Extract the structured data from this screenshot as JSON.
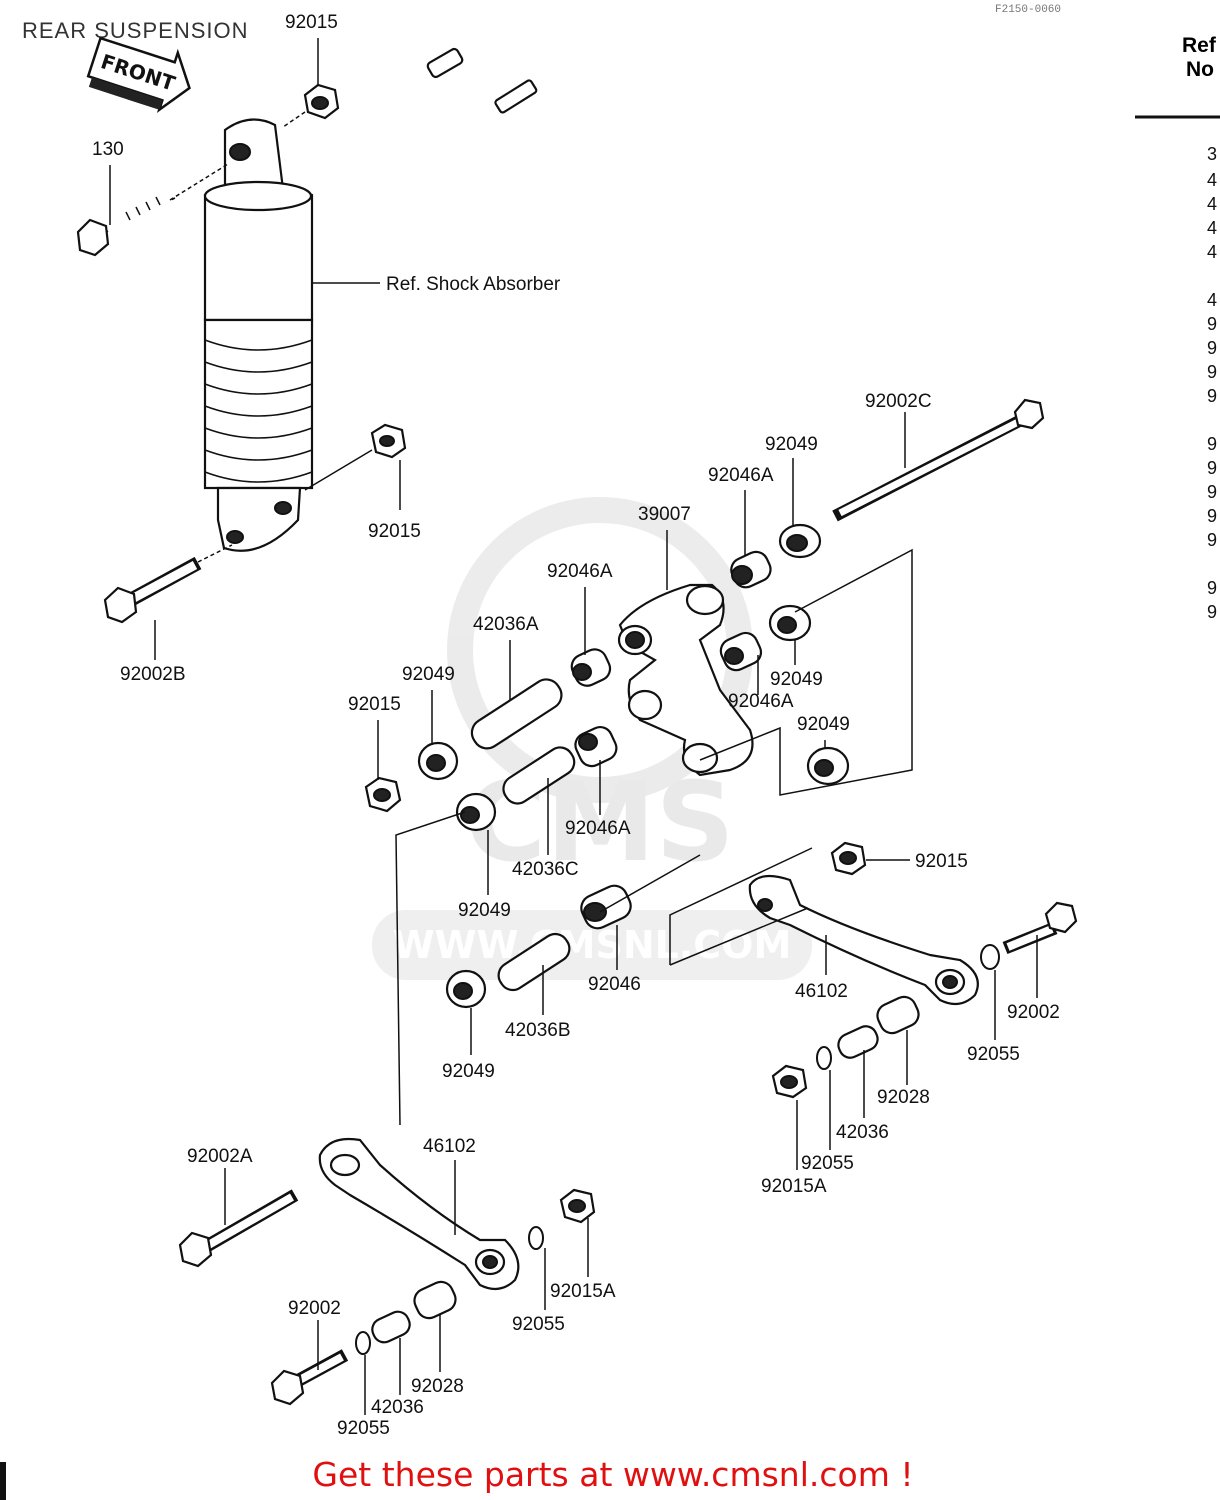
{
  "title": "REAR SUSPENSION",
  "figure_code": "F2150-0060",
  "front_arrow_label": "FRONT",
  "ref_shock_absorber": "Ref. Shock Absorber",
  "watermark_url": "WWW.CMSNL.COM",
  "watermark_logo": "CMS",
  "banner": "Get these parts at www.cmsnl.com !",
  "side_table": {
    "header_line1": "Ref",
    "header_line2": "No",
    "rows": [
      "3",
      "4",
      "4",
      "4",
      "4",
      "4",
      "9",
      "9",
      "9",
      "9",
      "9",
      "9",
      "9",
      "9",
      "9",
      "9",
      "9"
    ]
  },
  "callouts": {
    "c_92015_top": "92015",
    "c_130": "130",
    "c_92015_mid": "92015",
    "c_92002B": "92002B",
    "c_92002C": "92002C",
    "c_92049_top": "92049",
    "c_92046A_top": "92046A",
    "c_39007": "39007",
    "c_92046A_left": "92046A",
    "c_42036A": "42036A",
    "c_92049_left": "92049",
    "c_92015_left": "92015",
    "c_92049_right1": "92049",
    "c_92046A_right": "92046A",
    "c_92049_right2": "92049",
    "c_92046A_low": "92046A",
    "c_42036C": "42036C",
    "c_92049_low": "92049",
    "c_92015_right": "92015",
    "c_92046": "92046",
    "c_42036B": "42036B",
    "c_92049_bottom": "92049",
    "c_46102_right": "46102",
    "c_92002_right": "92002",
    "c_92055_right": "92055",
    "c_92028_right": "92028",
    "c_42036_right": "42036",
    "c_92055_right2": "92055",
    "c_92015A_right": "92015A",
    "c_92002A": "92002A",
    "c_46102_left": "46102",
    "c_92015A_left": "92015A",
    "c_92055_left": "92055",
    "c_92002_left": "92002",
    "c_92028_left": "92028",
    "c_42036_left": "42036",
    "c_92055_left2": "92055"
  }
}
